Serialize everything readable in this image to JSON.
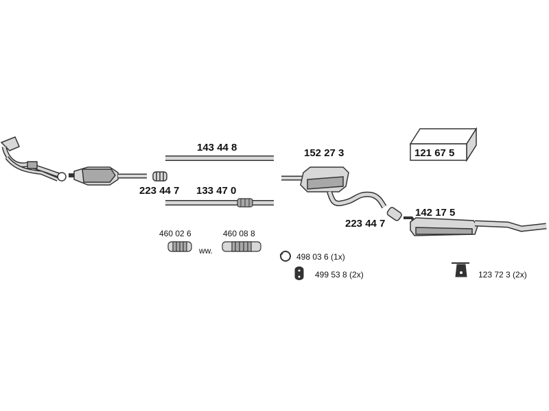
{
  "colors": {
    "stroke": "#333333",
    "fill_light": "#d8d8d8",
    "fill_mid": "#a8a8a8",
    "background": "#ffffff"
  },
  "labels": {
    "pipe_front": "143 44 8",
    "pipe_rear": "133 47 0",
    "clamp_left": "223 44 7",
    "clamp_right": "223 44 7",
    "middle_silencer": "152 27 3",
    "rear_silencer": "142 17 5",
    "box_kit": "121 67 5",
    "flex_a": "460 02 6",
    "flex_b": "460 08 8",
    "flex_sep": "ww.",
    "ring_mount": "498 03 6 (1x)",
    "rubber_mount": "499 53 8 (2x)",
    "hanger": "123 72 3 (2x)"
  }
}
